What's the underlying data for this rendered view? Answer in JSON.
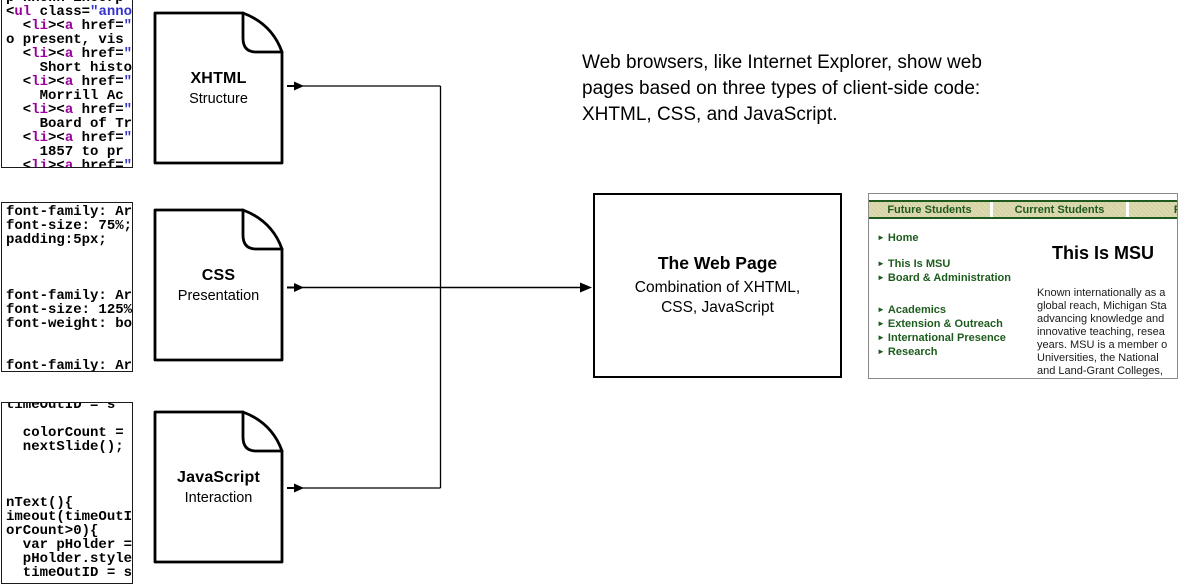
{
  "colors": {
    "xhtml_tag": "#990099",
    "attribute_value": "#3333cc",
    "code_text": "#000000",
    "msu_green": "#1e5c1e",
    "msu_tan": "#d5d2a3",
    "line_black": "#000000"
  },
  "intro": {
    "lines": [
      "Web browsers, like Internet Explorer, show web",
      "pages based on three types of client-side code:",
      "XHTML, CSS, and JavaScript."
    ]
  },
  "docs": {
    "xhtml": {
      "title": "XHTML",
      "subtitle": "Structure"
    },
    "css": {
      "title": "CSS",
      "subtitle": "Presentation"
    },
    "js": {
      "title": "JavaScript",
      "subtitle": "Interaction"
    }
  },
  "webpage_box": {
    "title": "The Web Page",
    "subtitle_lines": [
      "Combination of XHTML,",
      "CSS, JavaScript"
    ]
  },
  "code_boxes": {
    "xhtml": {
      "lines": [
        [
          [
            "p known incorp",
            "p"
          ]
        ],
        [
          [
            "<",
            "p"
          ],
          [
            "ul",
            "t"
          ],
          [
            " ",
            "p"
          ],
          [
            "class",
            "a"
          ],
          [
            "=",
            "p"
          ],
          [
            "\"anno",
            "v"
          ]
        ],
        [
          [
            "  <",
            "p"
          ],
          [
            "li",
            "t"
          ],
          [
            "><",
            "p"
          ],
          [
            "a",
            "t"
          ],
          [
            " ",
            "p"
          ],
          [
            "href",
            "a"
          ],
          [
            "=",
            "p"
          ],
          [
            "\"",
            "v"
          ]
        ],
        [
          [
            "o present, vis",
            "p"
          ]
        ],
        [
          [
            "  <",
            "p"
          ],
          [
            "li",
            "t"
          ],
          [
            "><",
            "p"
          ],
          [
            "a",
            "t"
          ],
          [
            " ",
            "p"
          ],
          [
            "href",
            "a"
          ],
          [
            "=",
            "p"
          ],
          [
            "\"",
            "v"
          ]
        ],
        [
          [
            "    Short histo",
            "p"
          ]
        ],
        [
          [
            "  <",
            "p"
          ],
          [
            "li",
            "t"
          ],
          [
            "><",
            "p"
          ],
          [
            "a",
            "t"
          ],
          [
            " ",
            "p"
          ],
          [
            "href",
            "a"
          ],
          [
            "=",
            "p"
          ],
          [
            "\"",
            "v"
          ]
        ],
        [
          [
            "    Morrill Ac",
            "p"
          ]
        ],
        [
          [
            "  <",
            "p"
          ],
          [
            "li",
            "t"
          ],
          [
            "><",
            "p"
          ],
          [
            "a",
            "t"
          ],
          [
            " ",
            "p"
          ],
          [
            "href",
            "a"
          ],
          [
            "=",
            "p"
          ],
          [
            "\"",
            "v"
          ]
        ],
        [
          [
            "    Board of Tr",
            "p"
          ]
        ],
        [
          [
            "  <",
            "p"
          ],
          [
            "li",
            "t"
          ],
          [
            "><",
            "p"
          ],
          [
            "a",
            "t"
          ],
          [
            " ",
            "p"
          ],
          [
            "href",
            "a"
          ],
          [
            "=",
            "p"
          ],
          [
            "\"",
            "v"
          ]
        ],
        [
          [
            "    1857 to pr",
            "p"
          ]
        ],
        [
          [
            "  <",
            "p"
          ],
          [
            "li",
            "t"
          ],
          [
            "><",
            "p"
          ],
          [
            "a",
            "t"
          ],
          [
            " ",
            "p"
          ],
          [
            "href",
            "a"
          ],
          [
            "=",
            "p"
          ],
          [
            "\"",
            "v"
          ]
        ]
      ]
    },
    "css": {
      "lines": [
        [
          [
            "font-family: Ar",
            "p"
          ]
        ],
        [
          [
            "font-size: 75%;",
            "p"
          ]
        ],
        [
          [
            "padding:5px;",
            "p"
          ]
        ],
        [
          [
            "",
            "p"
          ]
        ],
        [
          [
            "",
            "p"
          ]
        ],
        [
          [
            "",
            "p"
          ]
        ],
        [
          [
            "font-family: Ar",
            "p"
          ]
        ],
        [
          [
            "font-size: 125%",
            "p"
          ]
        ],
        [
          [
            "font-weight: bo",
            "p"
          ]
        ],
        [
          [
            "",
            "p"
          ]
        ],
        [
          [
            "",
            "p"
          ]
        ],
        [
          [
            "font-family: Ar",
            "p"
          ]
        ]
      ]
    },
    "js": {
      "lines": [
        [
          [
            "timeOutID = s",
            "p"
          ]
        ],
        [
          [
            "",
            "p"
          ]
        ],
        [
          [
            "  colorCount =",
            "p"
          ]
        ],
        [
          [
            "  nextSlide();",
            "p"
          ]
        ],
        [
          [
            "",
            "p"
          ]
        ],
        [
          [
            "",
            "p"
          ]
        ],
        [
          [
            "",
            "p"
          ]
        ],
        [
          [
            "nText(){",
            "p"
          ]
        ],
        [
          [
            "imeout(timeOutI",
            "p"
          ]
        ],
        [
          [
            "orCount>0){",
            "p"
          ]
        ],
        [
          [
            "  var pHolder =",
            "p"
          ]
        ],
        [
          [
            "  pHolder.style",
            "p"
          ]
        ],
        [
          [
            "  timeOutID = s",
            "p"
          ]
        ]
      ]
    }
  },
  "msu": {
    "nav_tabs": [
      "Future Students",
      "Current Students",
      "Parents"
    ],
    "sidebar_links": [
      "Home",
      "This Is MSU",
      "Board & Administration",
      "Academics",
      "Extension & Outreach",
      "International Presence",
      "Research"
    ],
    "heading": "This Is MSU",
    "body_lines": [
      "Known internationally as a",
      "global reach, Michigan Sta",
      "advancing knowledge and",
      "innovative teaching, resea",
      "years. MSU is a member o",
      "Universities, the National",
      "and Land-Grant Colleges,"
    ]
  }
}
